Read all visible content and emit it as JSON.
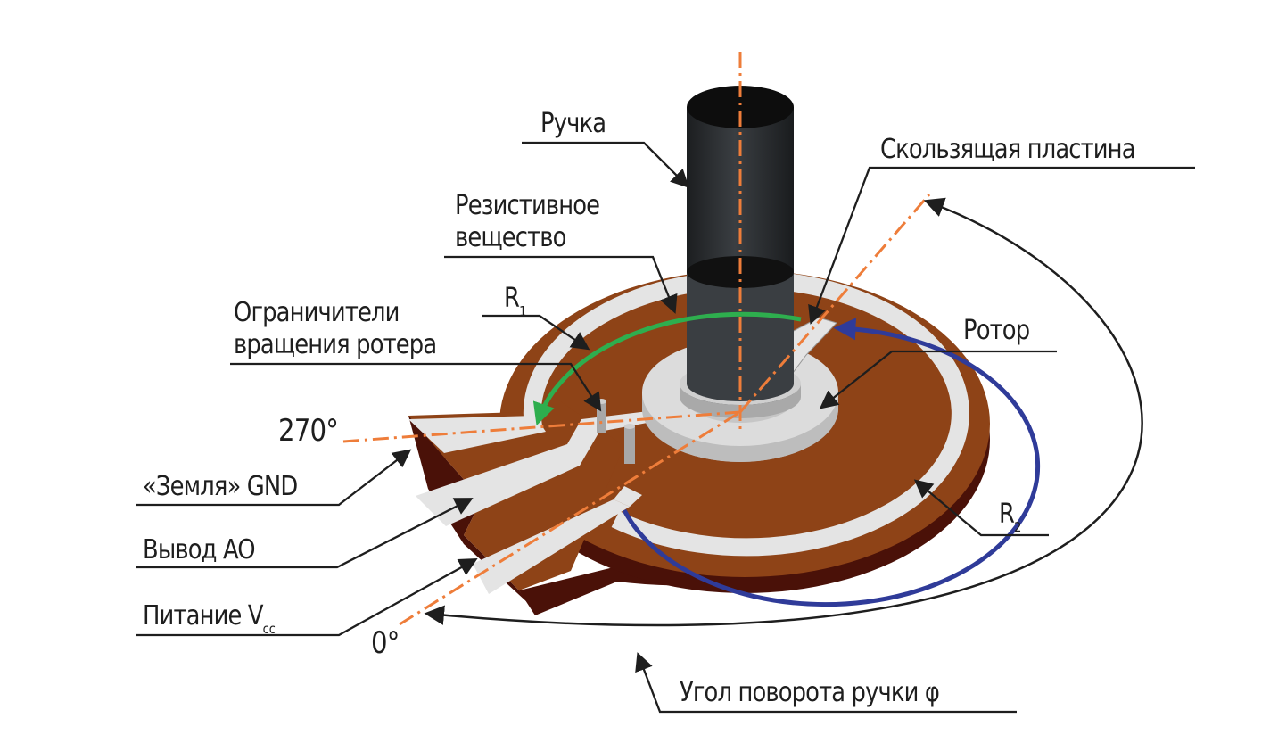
{
  "labels": {
    "knob": "Ручка",
    "resistive_line1": "Резистивное",
    "resistive_line2": "вещество",
    "limiters_line1": "Ограничители",
    "limiters_line2": "вращения ротера",
    "r1_main": "R",
    "r1_sub": "1",
    "deg_270": "270°",
    "ground": "«Земля» GND",
    "output": "Вывод AO",
    "power_main": "Питание V",
    "power_sub": "cc",
    "deg_0": "0°",
    "slider": "Скользящая пластина",
    "rotor": "Ротор",
    "r2_main": "R",
    "r2_sub": "2",
    "angle": "Угол поворота ручки φ"
  },
  "colors": {
    "base_top": "#8e4317",
    "base_side": "#4a1108",
    "track": "#e4e4e4",
    "rotor_plate": "#dcdcdc",
    "knob": "#2b2e31",
    "knob_top": "#0d0d0d",
    "axis": "#ee7d3a",
    "arrow_r1": "#2eae4e",
    "arrow_r2": "#2f3b99",
    "leader": "#1e1e1e"
  }
}
